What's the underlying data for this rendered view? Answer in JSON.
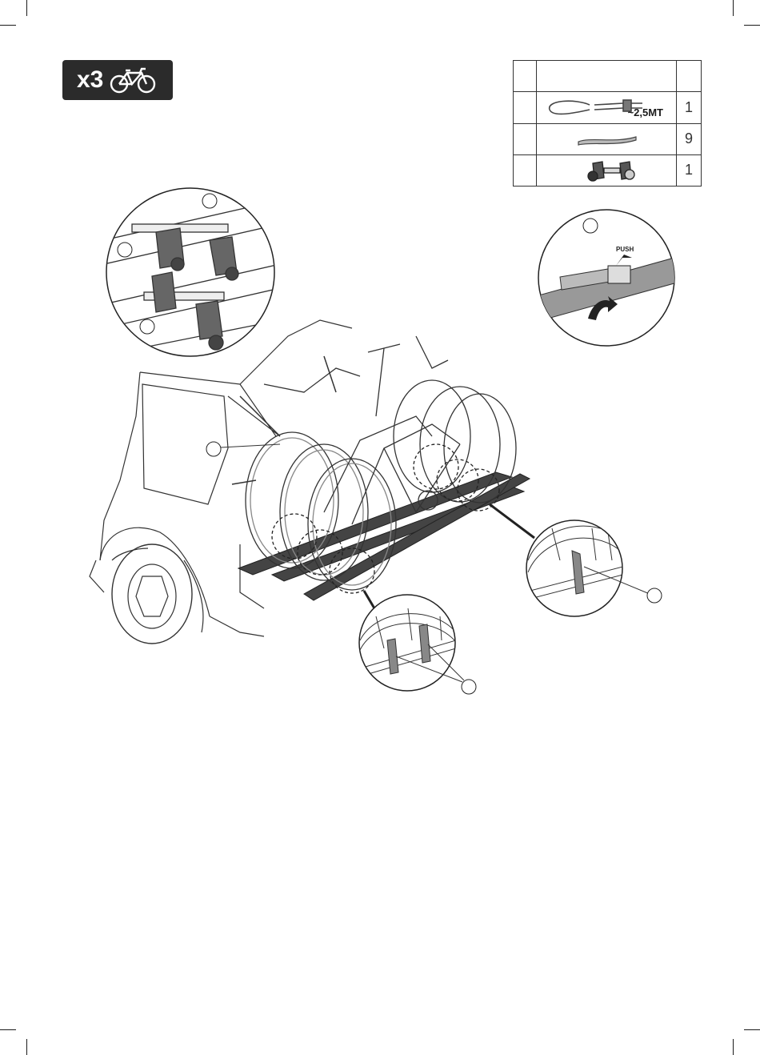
{
  "badge": {
    "count": "x3",
    "icon": "bicycle-icon"
  },
  "parts_table": {
    "rows": [
      {
        "item": "strap-icon",
        "label": "~2,5MT",
        "qty": "1"
      },
      {
        "item": "rubber-strip-icon",
        "label": "",
        "qty": "9"
      },
      {
        "item": "clamp-knob-icon",
        "label": "",
        "qty": "1"
      }
    ]
  },
  "callouts": {
    "buckle_push_label": "PUSH"
  }
}
